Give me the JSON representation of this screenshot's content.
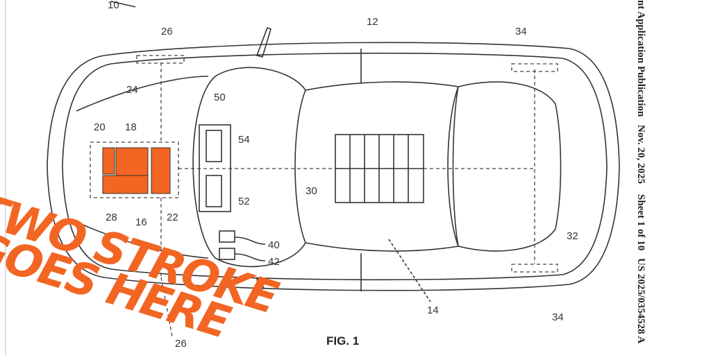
{
  "header": {
    "publication": "nt Application Publication",
    "date": "Nov. 20, 2025",
    "sheet": "Sheet 1 of 10",
    "number": "US 2025/0354528 A"
  },
  "figure": {
    "caption": "FIG. 1",
    "labels": {
      "l10": "10",
      "l12": "12",
      "l14": "14",
      "l16": "16",
      "l18": "18",
      "l20": "20",
      "l22": "22",
      "l24": "24",
      "l26a": "26",
      "l26b": "26",
      "l28": "28",
      "l30": "30",
      "l32": "32",
      "l34a": "34",
      "l34b": "34",
      "l40": "40",
      "l42": "42",
      "l50": "50",
      "l52": "52",
      "l54": "54"
    },
    "highlight_color": "#f26522"
  },
  "overlay": {
    "line1": "TWO STROKE",
    "line2": "GOES HERE",
    "color": "#f26522"
  }
}
